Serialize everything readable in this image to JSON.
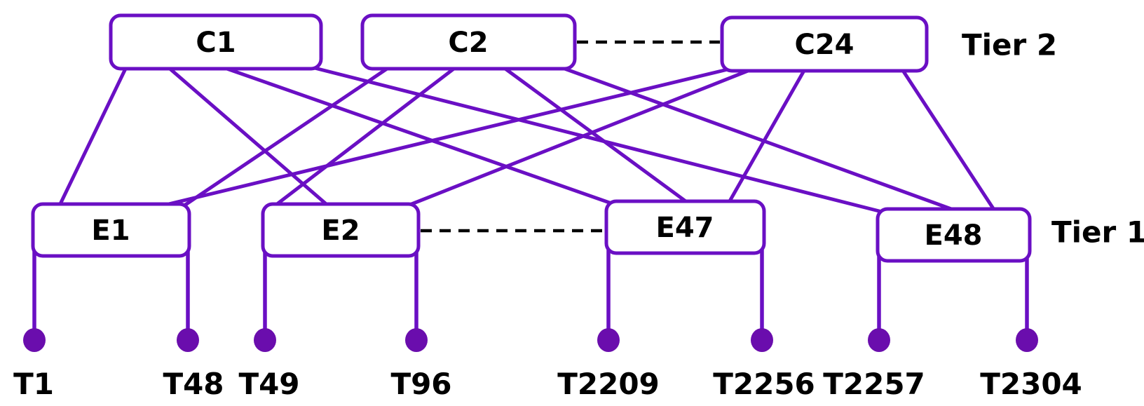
{
  "diagram": {
    "background": "#ffffff",
    "colors": {
      "link": "#6A0FC4",
      "node_border": "#6A0FC4",
      "node_fill": "#ffffff",
      "terminal_dot": "#6A0DAD",
      "dashed_link": "#000000",
      "label_text": "#000000"
    },
    "tier2": {
      "label": "Tier 2",
      "nodes": [
        {
          "id": "C1",
          "label": "C1"
        },
        {
          "id": "C2",
          "label": "C2"
        },
        {
          "id": "C24",
          "label": "C24"
        }
      ]
    },
    "tier1": {
      "label": "Tier 1",
      "nodes": [
        {
          "id": "E1",
          "label": "E1"
        },
        {
          "id": "E2",
          "label": "E2"
        },
        {
          "id": "E47",
          "label": "E47"
        },
        {
          "id": "E48",
          "label": "E48"
        }
      ]
    },
    "terminals": [
      {
        "id": "T1",
        "label": "T1"
      },
      {
        "id": "T48",
        "label": "T48"
      },
      {
        "id": "T49",
        "label": "T49"
      },
      {
        "id": "T96",
        "label": "T96"
      },
      {
        "id": "T2209",
        "label": "T2209"
      },
      {
        "id": "T2256",
        "label": "T2256"
      },
      {
        "id": "T2257",
        "label": "T2257"
      },
      {
        "id": "T2304",
        "label": "T2304"
      }
    ],
    "edges": [
      {
        "from": "C1",
        "to": "E1"
      },
      {
        "from": "C1",
        "to": "E2"
      },
      {
        "from": "C1",
        "to": "E47"
      },
      {
        "from": "C1",
        "to": "E48"
      },
      {
        "from": "C2",
        "to": "E1"
      },
      {
        "from": "C2",
        "to": "E2"
      },
      {
        "from": "C2",
        "to": "E47"
      },
      {
        "from": "C2",
        "to": "E48"
      },
      {
        "from": "C24",
        "to": "E1"
      },
      {
        "from": "C24",
        "to": "E2"
      },
      {
        "from": "C24",
        "to": "E47"
      },
      {
        "from": "C24",
        "to": "E48"
      }
    ],
    "dashed_links": [
      {
        "from": "C2",
        "to": "C24"
      },
      {
        "from": "E2",
        "to": "E47"
      }
    ],
    "terminal_links": [
      {
        "from": "E1",
        "to": "T1"
      },
      {
        "from": "E1",
        "to": "T48"
      },
      {
        "from": "E2",
        "to": "T49"
      },
      {
        "from": "E2",
        "to": "T96"
      },
      {
        "from": "E47",
        "to": "T2209"
      },
      {
        "from": "E47",
        "to": "T2256"
      },
      {
        "from": "E48",
        "to": "T2257"
      },
      {
        "from": "E48",
        "to": "T2304"
      }
    ]
  }
}
